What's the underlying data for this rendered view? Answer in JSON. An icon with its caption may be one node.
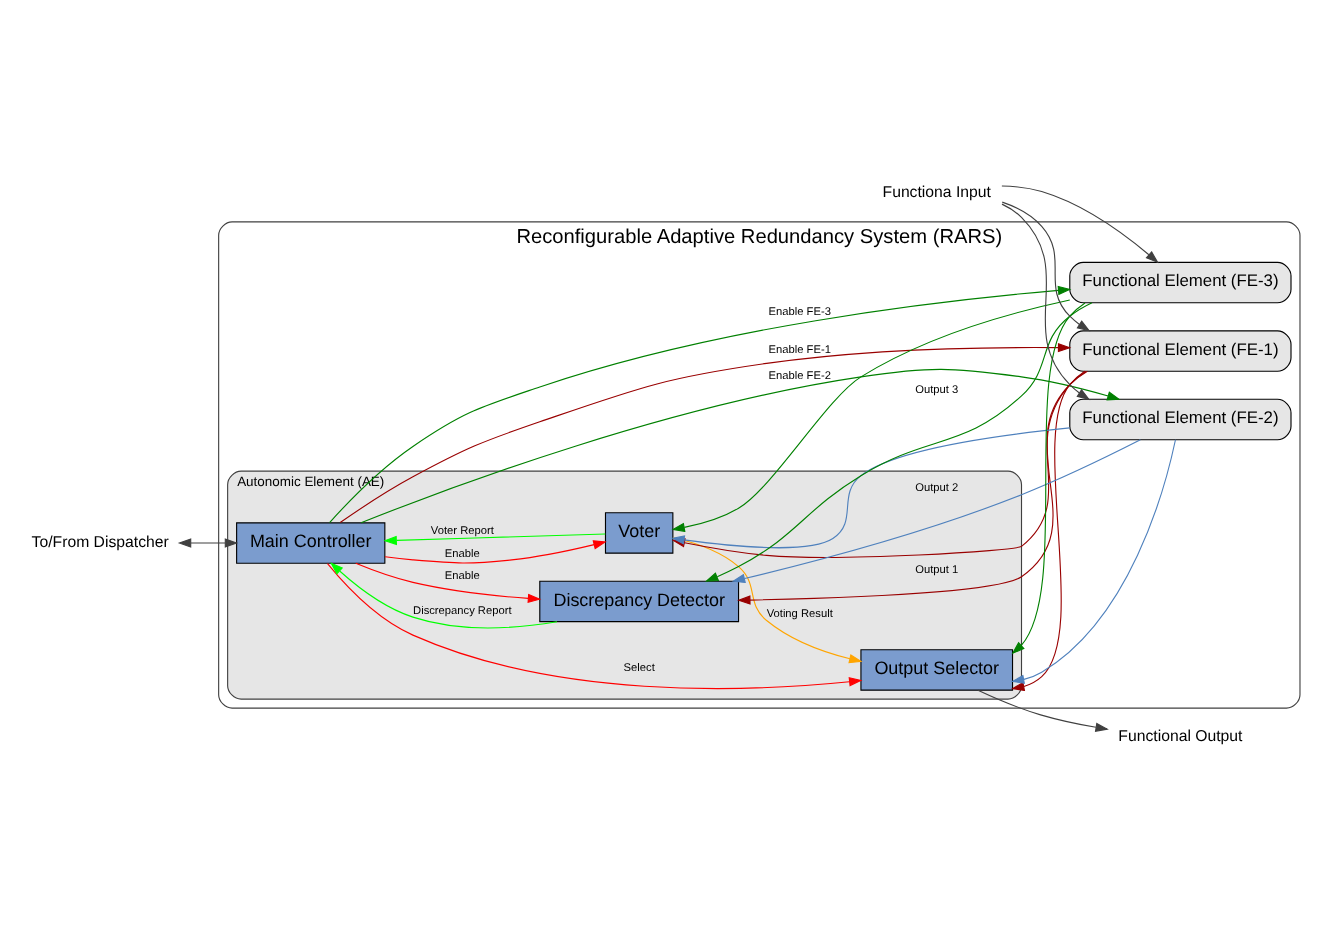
{
  "diagram": {
    "nodes": [
      {
        "text": [
          "Reconfigurable Adaptive Redundancy System (RARS)"
        ]
      },
      {
        "text": [
          "Autonomic Element (AE)"
        ],
        "in": 0
      },
      {
        "text": [
          "Main Controller"
        ],
        "in": 1
      },
      {
        "text": [
          "Discrepancy Detector"
        ],
        "in": 1
      },
      {
        "text": [
          "Voter"
        ],
        "in": 1
      },
      {
        "text": [
          "Output Selector"
        ],
        "in": 1
      },
      {
        "text": [
          "Functional Element (FE-1)"
        ],
        "in": 0
      },
      {
        "text": [
          "Functional Element (FE-2)"
        ],
        "in": 0
      },
      {
        "text": [
          "Functional Element (FE-3)"
        ],
        "in": 0
      },
      {
        "text": [
          "To/From Dispatcher"
        ]
      },
      {
        "text": [
          "Functional Output"
        ]
      },
      {
        "text": [
          "Functiona Input"
        ]
      }
    ],
    "edges": [
      {
        "from": 9,
        "to": 2,
        "arrow": "both"
      },
      {
        "from": 2,
        "to": 3,
        "arrow": "to",
        "label": "Enable",
        "color": "#ff0000"
      },
      {
        "from": 3,
        "to": 2,
        "arrow": "to",
        "label": "Discrepancy Report",
        "color": "#00ff00"
      },
      {
        "from": 4,
        "to": 2,
        "arrow": "to",
        "label": "Voter Report",
        "color": "#00ff00"
      },
      {
        "from": 2,
        "to": 4,
        "arrow": "to",
        "label": "Enable",
        "color": "#ff0000"
      },
      {
        "from": 2,
        "to": 5,
        "arrow": "to",
        "label": "Select",
        "color": "#ff0000"
      },
      {
        "from": 4,
        "to": 5,
        "arrow": "to",
        "label": "Voting Result",
        "color": "#ffa500"
      },
      {
        "from": 2,
        "to": 6,
        "arrow": "to",
        "label": "Enable FE-1",
        "color": "#990000"
      },
      {
        "from": 2,
        "to": 7,
        "arrow": "to",
        "label": "Enable FE-2",
        "color": "#008000"
      },
      {
        "from": 2,
        "to": 8,
        "arrow": "to",
        "label": "Enable FE-3",
        "color": "#008000"
      },
      {
        "from": 6,
        "to": 3,
        "arrow": "to",
        "label": "Output 1",
        "color": "#990000"
      },
      {
        "from": 7,
        "to": 3,
        "arrow": "to",
        "label": "Output 2",
        "color": "#4f81bd"
      },
      {
        "from": 8,
        "to": 3,
        "arrow": "to",
        "label": "Output 3",
        "color": "#008000"
      },
      {
        "from": 6,
        "to": 4,
        "arrow": "to",
        "color": "#990000"
      },
      {
        "from": 7,
        "to": 4,
        "arrow": "to",
        "color": "#4f81bd"
      },
      {
        "from": 8,
        "to": 4,
        "arrow": "to",
        "color": "#008000"
      },
      {
        "from": 6,
        "to": 5,
        "arrow": "to",
        "color": "#990000"
      },
      {
        "from": 7,
        "to": 5,
        "arrow": "to",
        "color": "#4f81bd"
      },
      {
        "from": 8,
        "to": 5,
        "arrow": "to",
        "color": "#008000"
      },
      {
        "from": 5,
        "to": 10,
        "arrow": "to"
      },
      {
        "from": 11,
        "to": 6,
        "arrow": "to"
      },
      {
        "from": 11,
        "to": 7,
        "arrow": "to"
      },
      {
        "from": 11,
        "to": 8,
        "arrow": "to"
      }
    ]
  }
}
